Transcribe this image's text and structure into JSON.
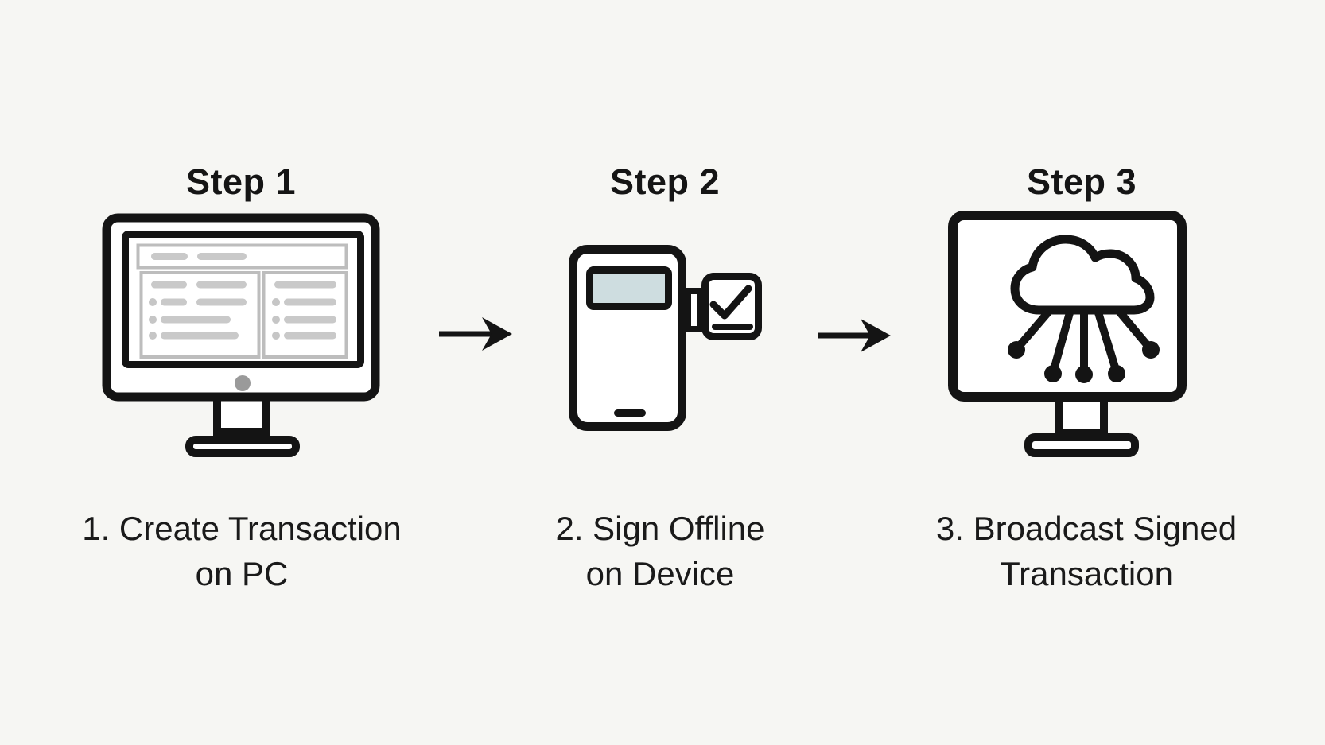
{
  "diagram": {
    "background_color": "#f6f6f3",
    "stroke_color": "#141414",
    "text_color": "#1a1a1a",
    "steps": [
      {
        "title": "Step 1",
        "caption_line1": "1. Create Transaction",
        "caption_line2": "on PC",
        "icon": "desktop-monitor-transaction-icon"
      },
      {
        "title": "Step 2",
        "caption_line1": "2. Sign Offline",
        "caption_line2": "on Device",
        "icon": "hardware-wallet-signed-icon"
      },
      {
        "title": "Step 3",
        "caption_line1": "3. Broadcast Signed",
        "caption_line2": "Transaction",
        "icon": "monitor-cloud-broadcast-icon"
      }
    ],
    "arrows": [
      {
        "icon": "arrow-right-icon"
      },
      {
        "icon": "arrow-right-icon"
      }
    ],
    "colors": {
      "device_screen_blue": "#cedde0",
      "wireframe_bar_gray": "#c9c9c9",
      "wireframe_border_gray": "#bdbdbd",
      "camera_dot_gray": "#9a9a9a"
    }
  }
}
